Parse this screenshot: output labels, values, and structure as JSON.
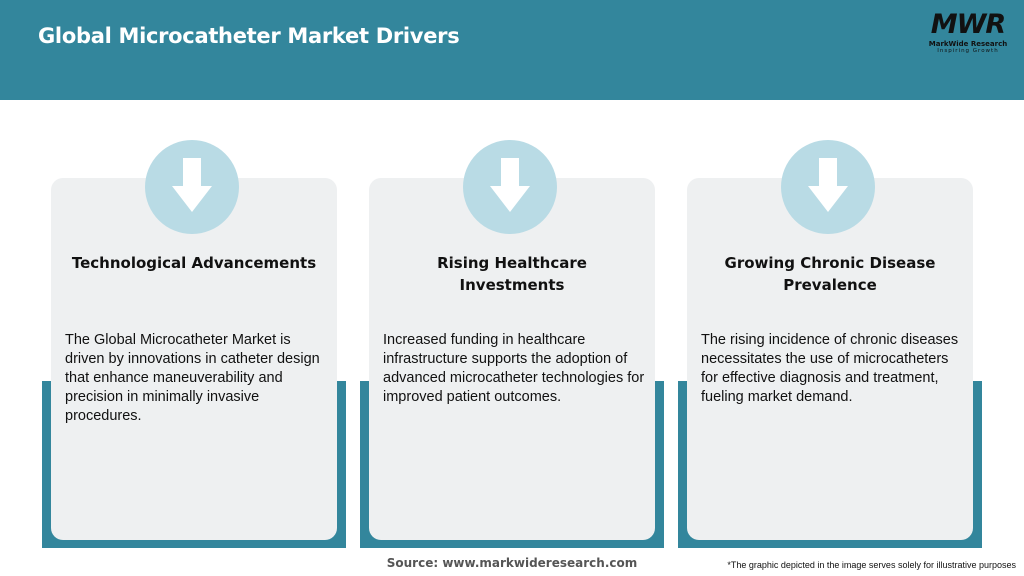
{
  "header": {
    "title": "Global Microcatheter Market Drivers",
    "background_color": "#33869c"
  },
  "logo": {
    "mark": "MWR",
    "name": "MarkWide Research",
    "tagline": "Inspiring Growth"
  },
  "cards": [
    {
      "icon": "arrow-down-icon",
      "title": "Technological Advancements",
      "description": "The Global Microcatheter Market is driven by innovations in catheter design that enhance maneuverability and precision in minimally invasive procedures."
    },
    {
      "icon": "arrow-down-icon",
      "title": "Rising Healthcare Investments",
      "description": "Increased funding in healthcare infrastructure supports the adoption of advanced microcatheter technologies for improved patient outcomes."
    },
    {
      "icon": "arrow-down-icon",
      "title": "Growing Chronic Disease Prevalence",
      "description": "The rising incidence of chronic diseases necessitates the use of microcatheters for effective diagnosis and treatment, fueling market demand."
    }
  ],
  "footer": {
    "source": "Source: www.markwideresearch.com",
    "disclaimer": "*The graphic depicted in the image serves solely for illustrative purposes"
  },
  "colors": {
    "accent": "#33869c",
    "card": "#eef0f1",
    "icon_circle": "#b9dbe5"
  }
}
